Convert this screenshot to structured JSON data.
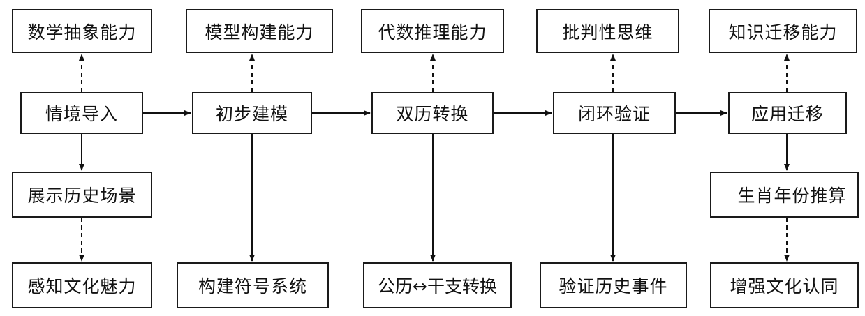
{
  "competencies": {
    "math_abstraction": "数学抽象能力",
    "model_building": "模型构建能力",
    "algebraic_reasoning": "代数推理能力",
    "critical_thinking": "批判性思维",
    "knowledge_transfer": "知识迁移能力"
  },
  "stages": {
    "context_intro": "情境导入",
    "initial_modeling": "初步建模",
    "calendar_conversion": "双历转换",
    "closed_loop_verification": "闭环验证",
    "application_transfer": "应用迁移"
  },
  "activities": {
    "show_history_scene": "展示历史场景",
    "zodiac_year_calc": "生肖年份推算"
  },
  "outcomes": {
    "perceive_culture": "感知文化魅力",
    "build_symbol_system": "构建符号系统",
    "calendar_ganzhi_conversion": "公历↔干支转换",
    "verify_history_events": "验证历史事件",
    "cultural_identity": "增强文化认同"
  }
}
